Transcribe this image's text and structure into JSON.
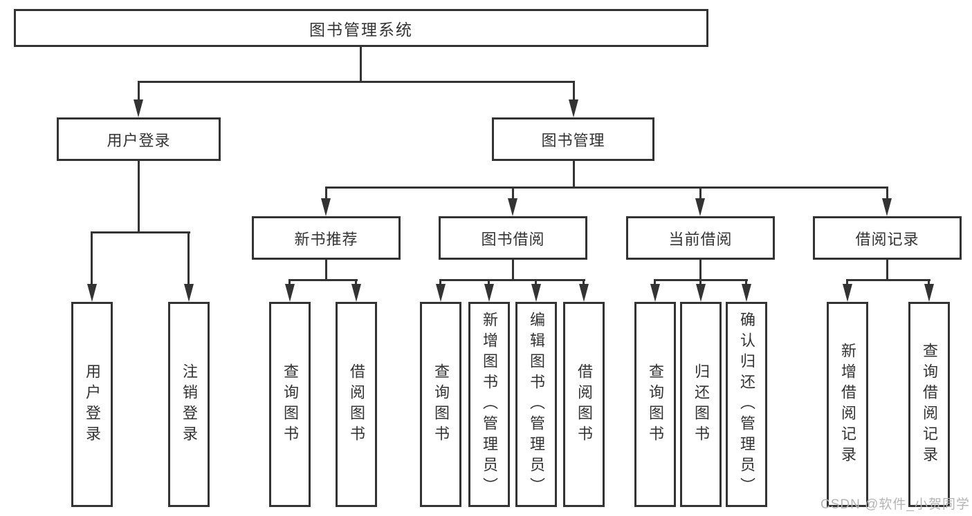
{
  "watermark": "CSDN @软件_小贺同学",
  "colors": {
    "line": "#333333",
    "text": "#333333",
    "background": "#ffffff",
    "watermark": "#b4b4b4"
  },
  "tree": {
    "root": {
      "label": "图书管理系统",
      "children": [
        {
          "label": "用户登录",
          "children": [
            {
              "label": "用户登录"
            },
            {
              "label": "注销登录"
            }
          ]
        },
        {
          "label": "图书管理",
          "children": [
            {
              "label": "新书推荐",
              "children": [
                {
                  "label": "查询图书"
                },
                {
                  "label": "借阅图书"
                }
              ]
            },
            {
              "label": "图书借阅",
              "children": [
                {
                  "label": "查询图书"
                },
                {
                  "label": "新增图书（管理员）"
                },
                {
                  "label": "编辑图书（管理员）"
                },
                {
                  "label": "借阅图书"
                }
              ]
            },
            {
              "label": "当前借阅",
              "children": [
                {
                  "label": "查询图书"
                },
                {
                  "label": "归还图书"
                },
                {
                  "label": "确认归还（管理员）"
                }
              ]
            },
            {
              "label": "借阅记录",
              "children": [
                {
                  "label": "新增借阅记录"
                },
                {
                  "label": "查询借阅记录"
                }
              ]
            }
          ]
        }
      ]
    }
  }
}
